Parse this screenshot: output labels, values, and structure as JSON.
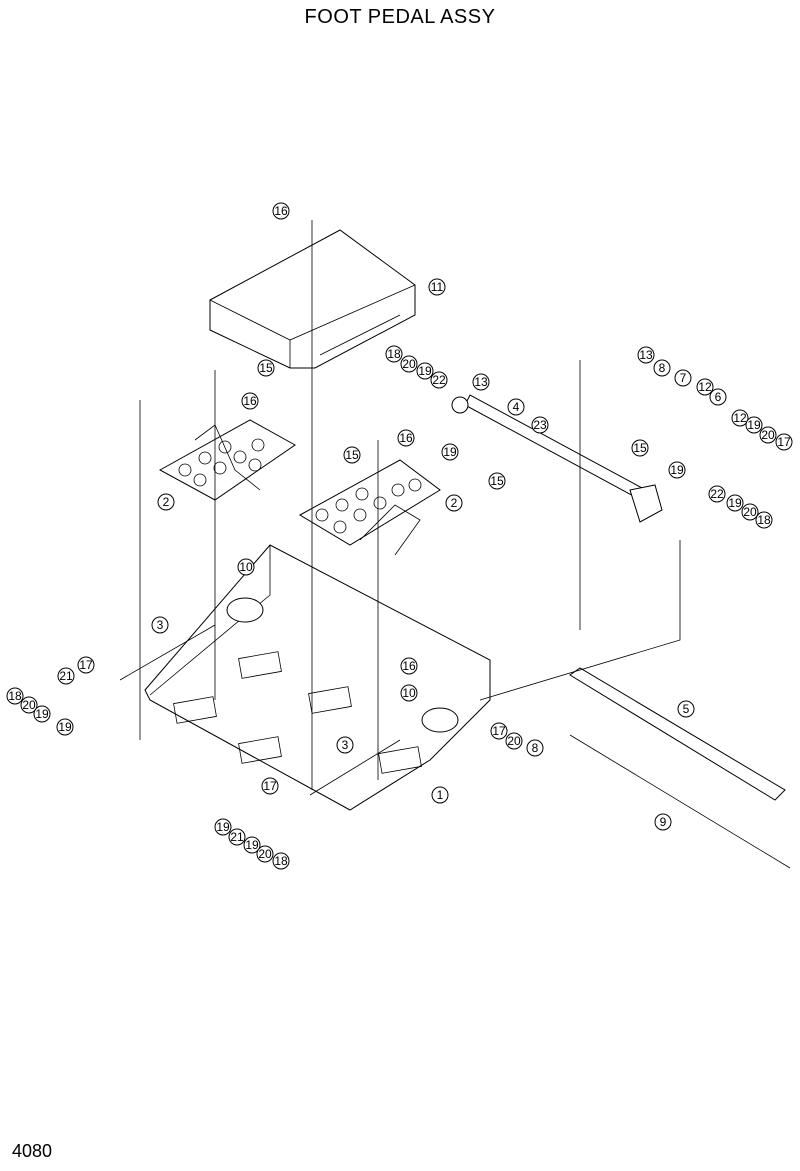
{
  "title": "FOOT PEDAL ASSY",
  "page_number": "4080",
  "callouts": [
    "16",
    "11",
    "15",
    "16",
    "2",
    "18",
    "20",
    "19",
    "22",
    "13",
    "4",
    "23",
    "19",
    "15",
    "16",
    "15",
    "2",
    "13",
    "8",
    "7",
    "12",
    "6",
    "15",
    "12",
    "19",
    "20",
    "17",
    "19",
    "22",
    "19",
    "20",
    "18",
    "10",
    "3",
    "17",
    "21",
    "18",
    "20",
    "19",
    "19",
    "16",
    "10",
    "17",
    "20",
    "8",
    "5",
    "3",
    "1",
    "9",
    "17",
    "19",
    "21",
    "19",
    "20",
    "18"
  ]
}
